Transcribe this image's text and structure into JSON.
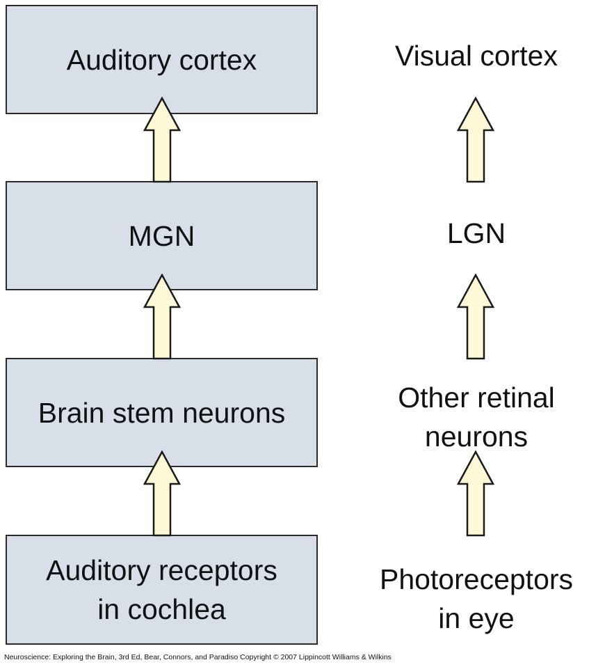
{
  "colors": {
    "box_fill": "#d9dfe9",
    "box_border": "#2a2a2a",
    "arrow_fill": "#fdf9d6",
    "arrow_stroke": "#1a1a1a"
  },
  "auditory": {
    "cortex": "Auditory cortex",
    "mgn": "MGN",
    "brainstem": "Brain stem neurons",
    "receptors_line1": "Auditory receptors",
    "receptors_line2": "in cochlea"
  },
  "visual": {
    "cortex": "Visual cortex",
    "lgn": "LGN",
    "retinal_line1": "Other retinal",
    "retinal_line2": "neurons",
    "photo_line1": "Photoreceptors",
    "photo_line2": "in eye"
  },
  "footer": "Neuroscience: Exploring the Brain, 3rd Ed, Bear, Connors, and Paradiso Copyright © 2007 Lippincott Williams & Wilkins"
}
